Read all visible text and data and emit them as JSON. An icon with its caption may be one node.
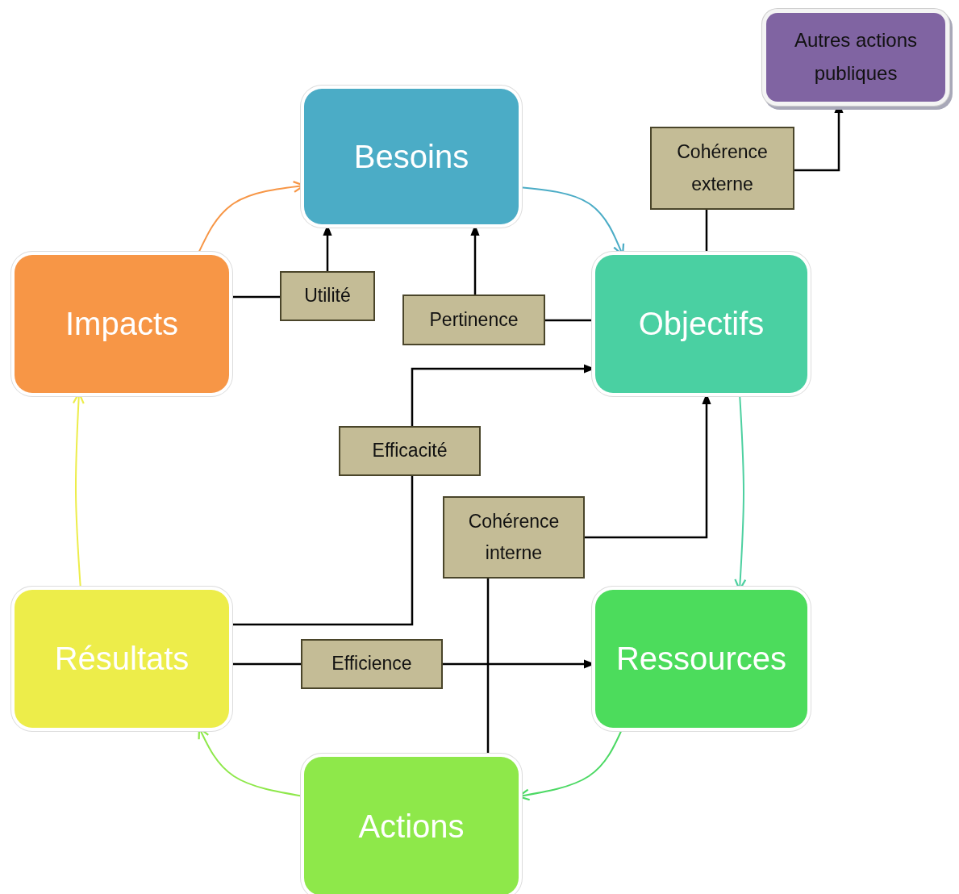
{
  "diagram": {
    "nodes": [
      {
        "text": [
          "Autres actions publiques"
        ]
      },
      {
        "text": [
          "Besoins"
        ]
      },
      {
        "text": [
          "Impacts"
        ]
      },
      {
        "text": [
          "Objectifs"
        ]
      },
      {
        "text": [
          "Résultats"
        ]
      },
      {
        "text": [
          "Ressources"
        ]
      },
      {
        "text": [
          "Actions"
        ]
      },
      {
        "text": [
          "Cohérence externe"
        ]
      },
      {
        "text": [
          "Utilité"
        ]
      },
      {
        "text": [
          "Pertinence"
        ]
      },
      {
        "text": [
          "Efficacité"
        ]
      },
      {
        "text": [
          "Cohérence interne"
        ]
      },
      {
        "text": [
          "Efficience"
        ]
      }
    ],
    "edges": [
      {
        "from": 2,
        "to": 8,
        "arrow": "none"
      },
      {
        "from": 8,
        "to": 1,
        "arrow": "to"
      },
      {
        "from": 3,
        "to": 9,
        "arrow": "none"
      },
      {
        "from": 9,
        "to": 1,
        "arrow": "to"
      },
      {
        "from": 3,
        "to": 7,
        "arrow": "none"
      },
      {
        "from": 7,
        "to": 0,
        "arrow": "to"
      },
      {
        "from": 4,
        "to": 10,
        "arrow": "none"
      },
      {
        "from": 10,
        "to": 3,
        "arrow": "to"
      },
      {
        "from": 4,
        "to": 12,
        "arrow": "none"
      },
      {
        "from": 12,
        "to": 5,
        "arrow": "to"
      },
      {
        "from": 6,
        "to": 11,
        "arrow": "none"
      },
      {
        "from": 11,
        "to": 3,
        "arrow": "to"
      },
      {
        "from": 1,
        "to": 3,
        "arrow": "to",
        "color": "#4bacc6"
      },
      {
        "from": 3,
        "to": 5,
        "arrow": "to",
        "color": "#4dd0a0"
      },
      {
        "from": 5,
        "to": 6,
        "arrow": "to",
        "color": "#4cd964"
      },
      {
        "from": 6,
        "to": 4,
        "arrow": "to",
        "color": "#8ee84a"
      },
      {
        "from": 4,
        "to": 2,
        "arrow": "to",
        "color": "#eded4a"
      },
      {
        "from": 2,
        "to": 1,
        "arrow": "to",
        "color": "#f79646"
      }
    ]
  }
}
